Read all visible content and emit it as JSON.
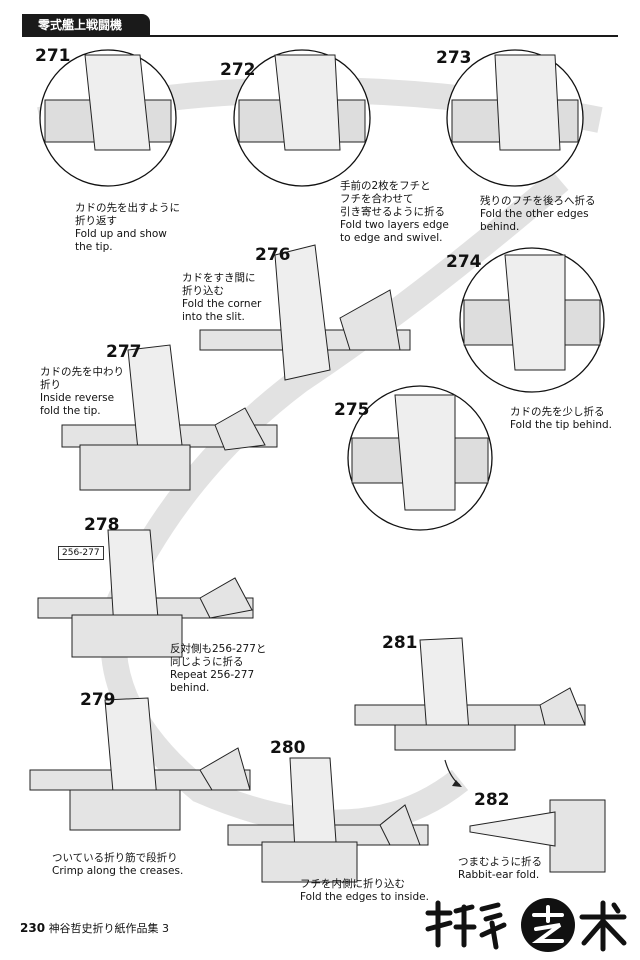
{
  "header": {
    "title": "零式艦上戦闘機"
  },
  "steps": [
    {
      "num": "271",
      "text": "カドの先を出すように\n折り返す\nFold up and show\nthe tip."
    },
    {
      "num": "272",
      "text": "手前の2枚をフチと\nフチを合わせて\n引き寄せるように折る\nFold two layers edge\nto edge and swivel."
    },
    {
      "num": "273",
      "text": "残りのフチを後ろへ折る\nFold the other edges\nbehind."
    },
    {
      "num": "274",
      "text": "カドの先を少し折る\nFold the tip behind."
    },
    {
      "num": "275",
      "text": ""
    },
    {
      "num": "276",
      "text": "カドをすき間に\n折り込む\nFold the corner\ninto the slit."
    },
    {
      "num": "277",
      "text": "カドの先を中わり\n折り\nInside reverse\nfold the tip."
    },
    {
      "num": "278",
      "text": "反対側も256-277と\n同じように折る\nRepeat 256-277\nbehind."
    },
    {
      "num": "279",
      "text": "ついている折り筋で段折り\nCrimp along the creases."
    },
    {
      "num": "280",
      "text": "フチを内側に折り込む\nFold the edges to inside."
    },
    {
      "num": "281",
      "text": ""
    },
    {
      "num": "282",
      "text": "つまむように折る\nRabbit-ear fold."
    }
  ],
  "ref_box": "256-277",
  "footer": {
    "page": "230",
    "book": "神谷哲史折り紙作品集 3"
  },
  "logo": {
    "text": "折纸艺术"
  }
}
